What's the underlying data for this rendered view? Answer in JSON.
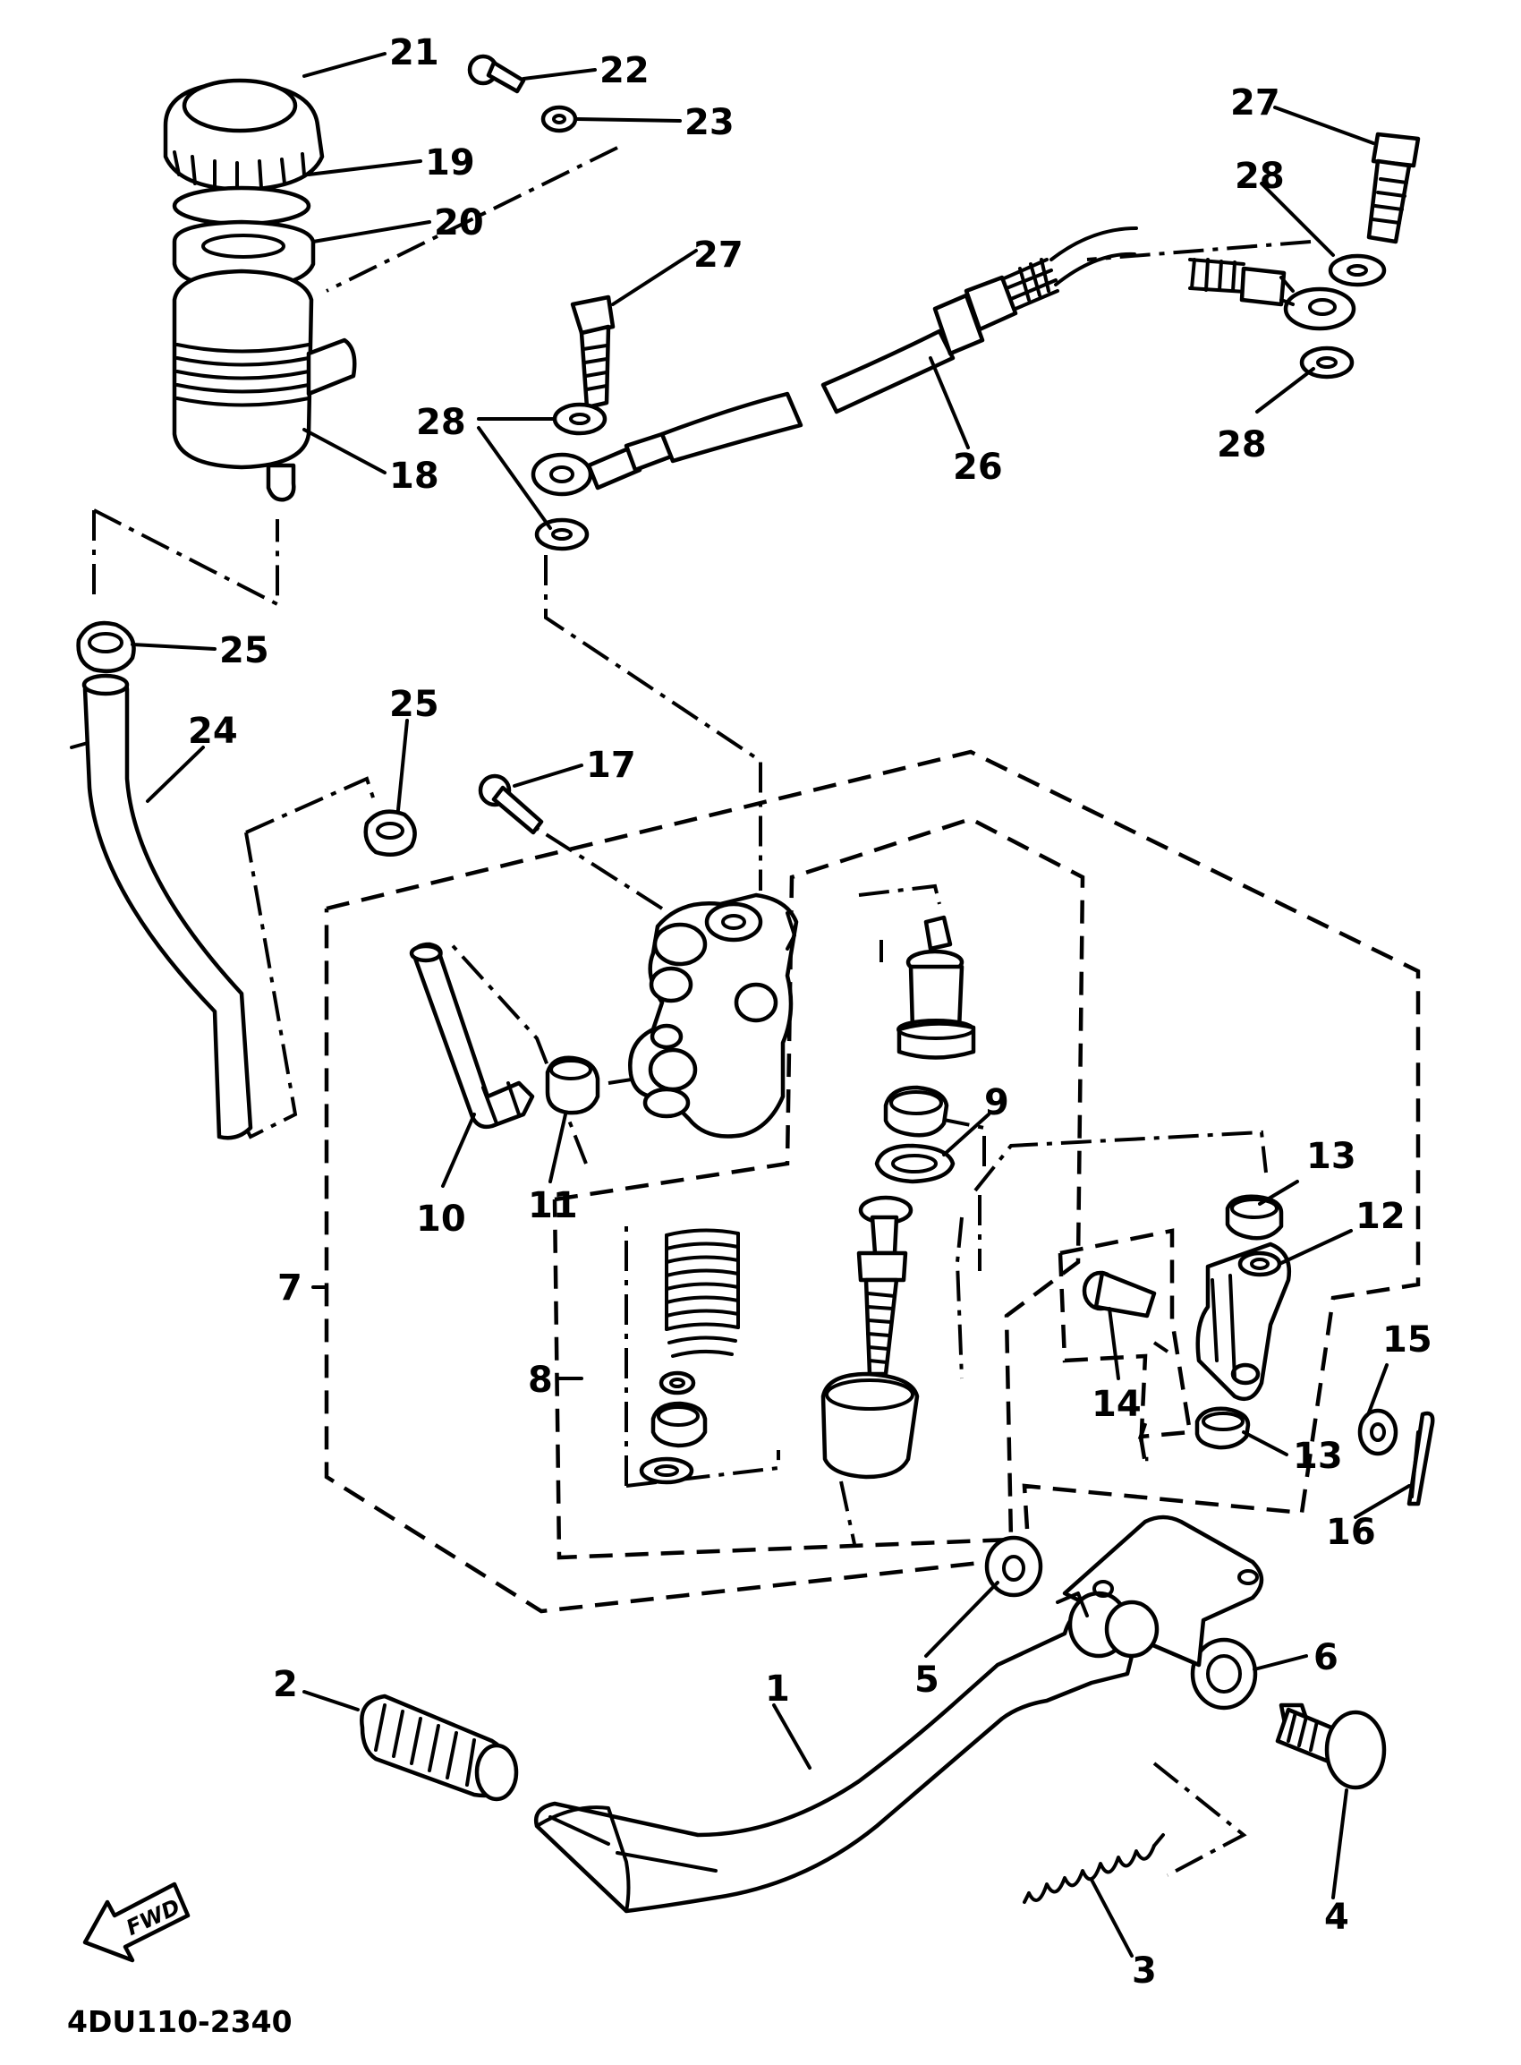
{
  "diagram": {
    "code": "4DU110-2340",
    "fwd": "FWD",
    "labels": {
      "l1": "1",
      "l2": "2",
      "l3": "3",
      "l4": "4",
      "l5": "5",
      "l6": "6",
      "l7": "7",
      "l8": "8",
      "l9": "9",
      "l10": "10",
      "l11": "11",
      "l12": "12",
      "l13a": "13",
      "l13b": "13",
      "l14": "14",
      "l15": "15",
      "l16": "16",
      "l17": "17",
      "l18": "18",
      "l19": "19",
      "l20": "20",
      "l21": "21",
      "l22": "22",
      "l23": "23",
      "l24": "24",
      "l25a": "25",
      "l25b": "25",
      "l26": "26",
      "l27a": "27",
      "l27b": "27",
      "l28a": "28",
      "l28b": "28",
      "l28c": "28"
    }
  }
}
